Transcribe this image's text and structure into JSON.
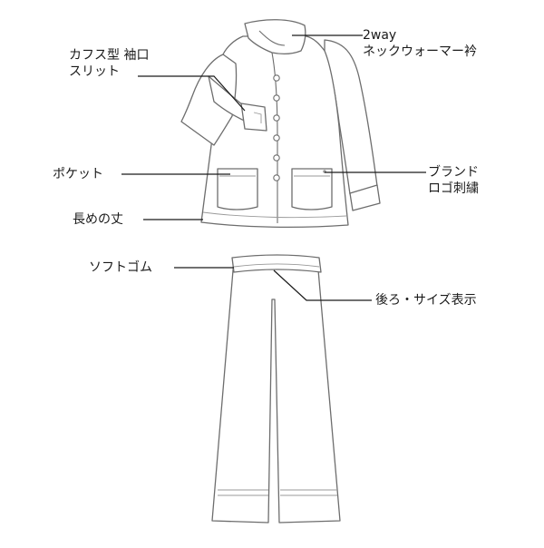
{
  "labels": {
    "neck": [
      "2way",
      "ネックウォーマー衿"
    ],
    "cuff": [
      "カフス型 袖口",
      "スリット"
    ],
    "pocket": [
      "ポケット"
    ],
    "brand": [
      "ブランド",
      "ロゴ刺繍"
    ],
    "length": [
      "長めの丈"
    ],
    "rubber": [
      "ソフトゴム"
    ],
    "size": [
      "後ろ・サイズ表示"
    ]
  },
  "colors": {
    "outline": "#6d6d6d",
    "leader": "#1a1a1a",
    "background": "#ffffff"
  }
}
